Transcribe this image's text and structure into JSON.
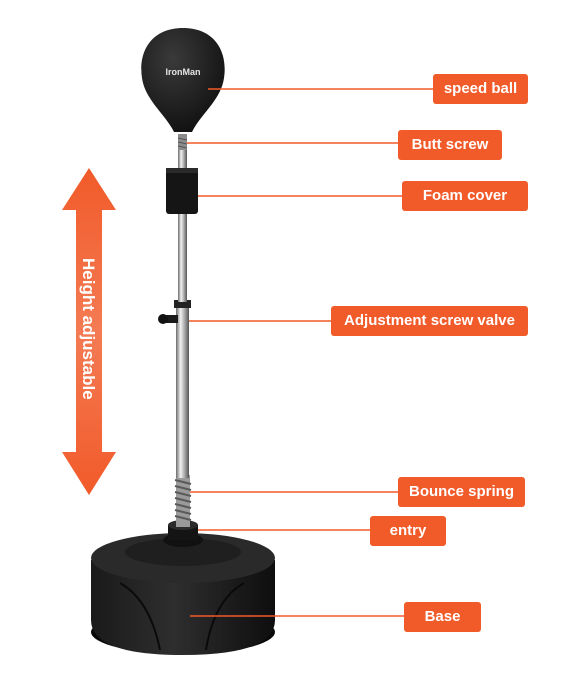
{
  "labels": {
    "speed_ball": "speed ball",
    "butt_screw": "Butt screw",
    "foam_cover": "Foam cover",
    "adjustment_screw_valve": "Adjustment screw valve",
    "bounce_spring": "Bounce spring",
    "entry": "entry",
    "base": "Base"
  },
  "height_arrow_text": "Height adjustable",
  "brand_logo": "IronMan",
  "colors": {
    "accent": "#f15a29",
    "product": "#1b1b1b",
    "background": "#ffffff"
  }
}
